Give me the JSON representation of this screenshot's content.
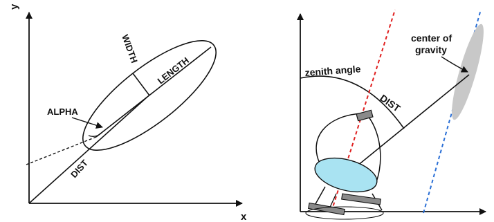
{
  "left_panel": {
    "axis_x_label": "x",
    "axis_y_label": "y",
    "labels": {
      "width": "WIDTH",
      "length": "LENGTH",
      "alpha": "ALPHA",
      "dist": "DIST"
    }
  },
  "right_panel": {
    "labels": {
      "zenith_angle": "zenith angle",
      "dist": "DIST",
      "center_of_gravity_line1": "center of",
      "center_of_gravity_line2": "gravity"
    }
  },
  "colors": {
    "ink": "#111111",
    "red_dashed_axis": "#e02020",
    "blue_dashed_axis": "#2a6fd6",
    "mirror_fill": "#a9e3f2",
    "ellipse_fill": "#c8c8c8",
    "camera_fill": "#8a8a8a"
  }
}
